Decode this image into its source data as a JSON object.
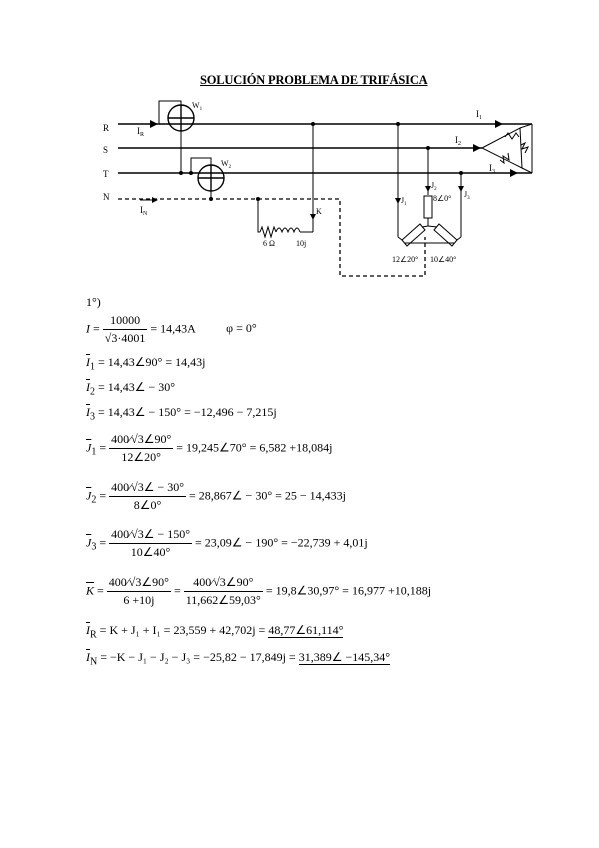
{
  "title": "SOLUCIÓN PROBLEMA DE TRIFÁSICA",
  "circuit": {
    "lines": [
      "R",
      "S",
      "T",
      "N"
    ],
    "meters": [
      "W₁",
      "W₂"
    ],
    "currents": [
      "I₁",
      "I₂",
      "I₃",
      "IR",
      "IN"
    ],
    "delta_currents": [
      "J₁",
      "J₂",
      "J₃"
    ],
    "k_label": "K",
    "r_label": "6 Ω",
    "x_label": "10j",
    "z1": "12∠20°",
    "z2": "8∠0°",
    "z3": "10∠40°"
  },
  "section": "1°)",
  "eq": {
    "i_num": "10000",
    "i_den": "√3·4001",
    "i_res": "= 14,43A",
    "phi": "φ = 0°",
    "i1": "= 14,43∠90° = 14,43j",
    "i2": "= 14,43∠ − 30°",
    "i3": "= 14,43∠ − 150° = −12,496 − 7,215j",
    "j1_num": "400∕√3∠90°",
    "j1_den": "12∠20°",
    "j1_res": "= 19,245∠70° = 6,582 +18,084j",
    "j2_num": "400∕√3∠ − 30°",
    "j2_den": "8∠0°",
    "j2_res": "= 28,867∠ − 30° = 25 − 14,433j",
    "j3_num": "400∕√3∠ − 150°",
    "j3_den": "10∠40°",
    "j3_res": "= 23,09∠ − 190° = −22,739 + 4,01j",
    "k_num": "400∕√3∠90°",
    "k_den": "6 +10j",
    "k_num2": "400∕√3∠90°",
    "k_den2": "11,662∠59,03°",
    "k_res": "= 19,8∠30,97° = 16,977 +10,188j",
    "ir_mid": "= K + J₁ + I₁ = 23,559 + 42,702j = ",
    "ir_ans": "48,77∠61,114°",
    "in_mid": "= −K − J₁ − J₂ − J₃ = −25,82 − 17,849j = ",
    "in_ans": "31,389∠ −145,34°"
  }
}
